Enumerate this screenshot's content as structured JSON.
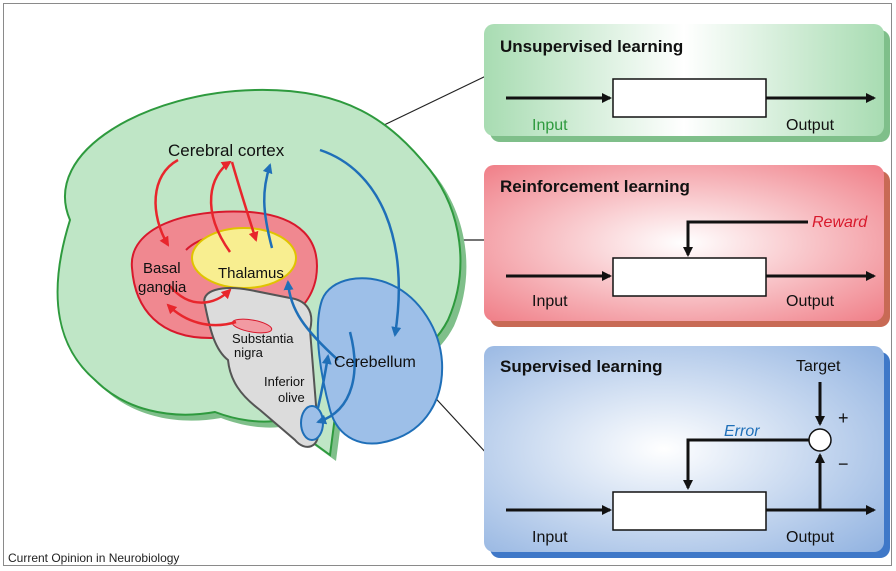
{
  "brain": {
    "cortex": "Cerebral cortex",
    "basal_ganglia_line1": "Basal",
    "basal_ganglia_line2": "ganglia",
    "thalamus": "Thalamus",
    "substantia_line1": "Substantia",
    "substantia_line2": "nigra",
    "cerebellum": "Cerebellum",
    "olive_line1": "Inferior",
    "olive_line2": "olive"
  },
  "panels": {
    "unsupervised": {
      "title": "Unsupervised learning",
      "input": "Input",
      "output": "Output"
    },
    "reinforcement": {
      "title": "Reinforcement learning",
      "reward": "Reward",
      "input": "Input",
      "output": "Output"
    },
    "supervised": {
      "title": "Supervised learning",
      "target": "Target",
      "plus": "+",
      "minus": "−",
      "error": "Error",
      "input": "Input",
      "output": "Output"
    }
  },
  "colors": {
    "cortex": "#bfe6c6",
    "basal": "#f08890",
    "thalamus": "#f8ee90",
    "cerebellum": "#9dbfe8",
    "red_arrow": "#e8262c",
    "blue_arrow": "#1f6fb8"
  },
  "credit": "Current Opinion in Neurobiology"
}
